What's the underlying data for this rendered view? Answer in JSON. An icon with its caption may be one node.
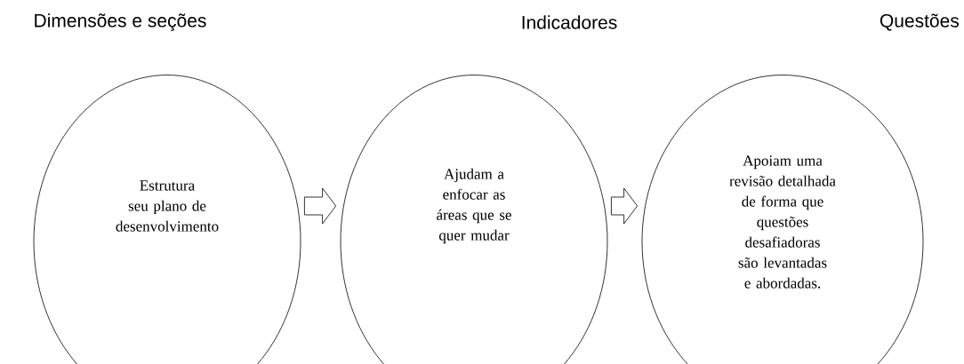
{
  "diagram": {
    "nodes": [
      {
        "text": [
          "Dimensões e seções",
          "Estrutura seu plano de desenvolvimento"
        ]
      },
      {
        "text": [
          "Indicadores",
          "Ajudam a enfocar as áreas que se quer mudar"
        ]
      },
      {
        "text": [
          "Questões",
          "Apoiam uma revisão detalhada de forma que questões desafiadoras são levantadas e abordadas."
        ]
      }
    ],
    "edges": [
      {
        "from": 0,
        "to": 1,
        "arrow": "to"
      },
      {
        "from": 1,
        "to": 2,
        "arrow": "to"
      }
    ]
  }
}
